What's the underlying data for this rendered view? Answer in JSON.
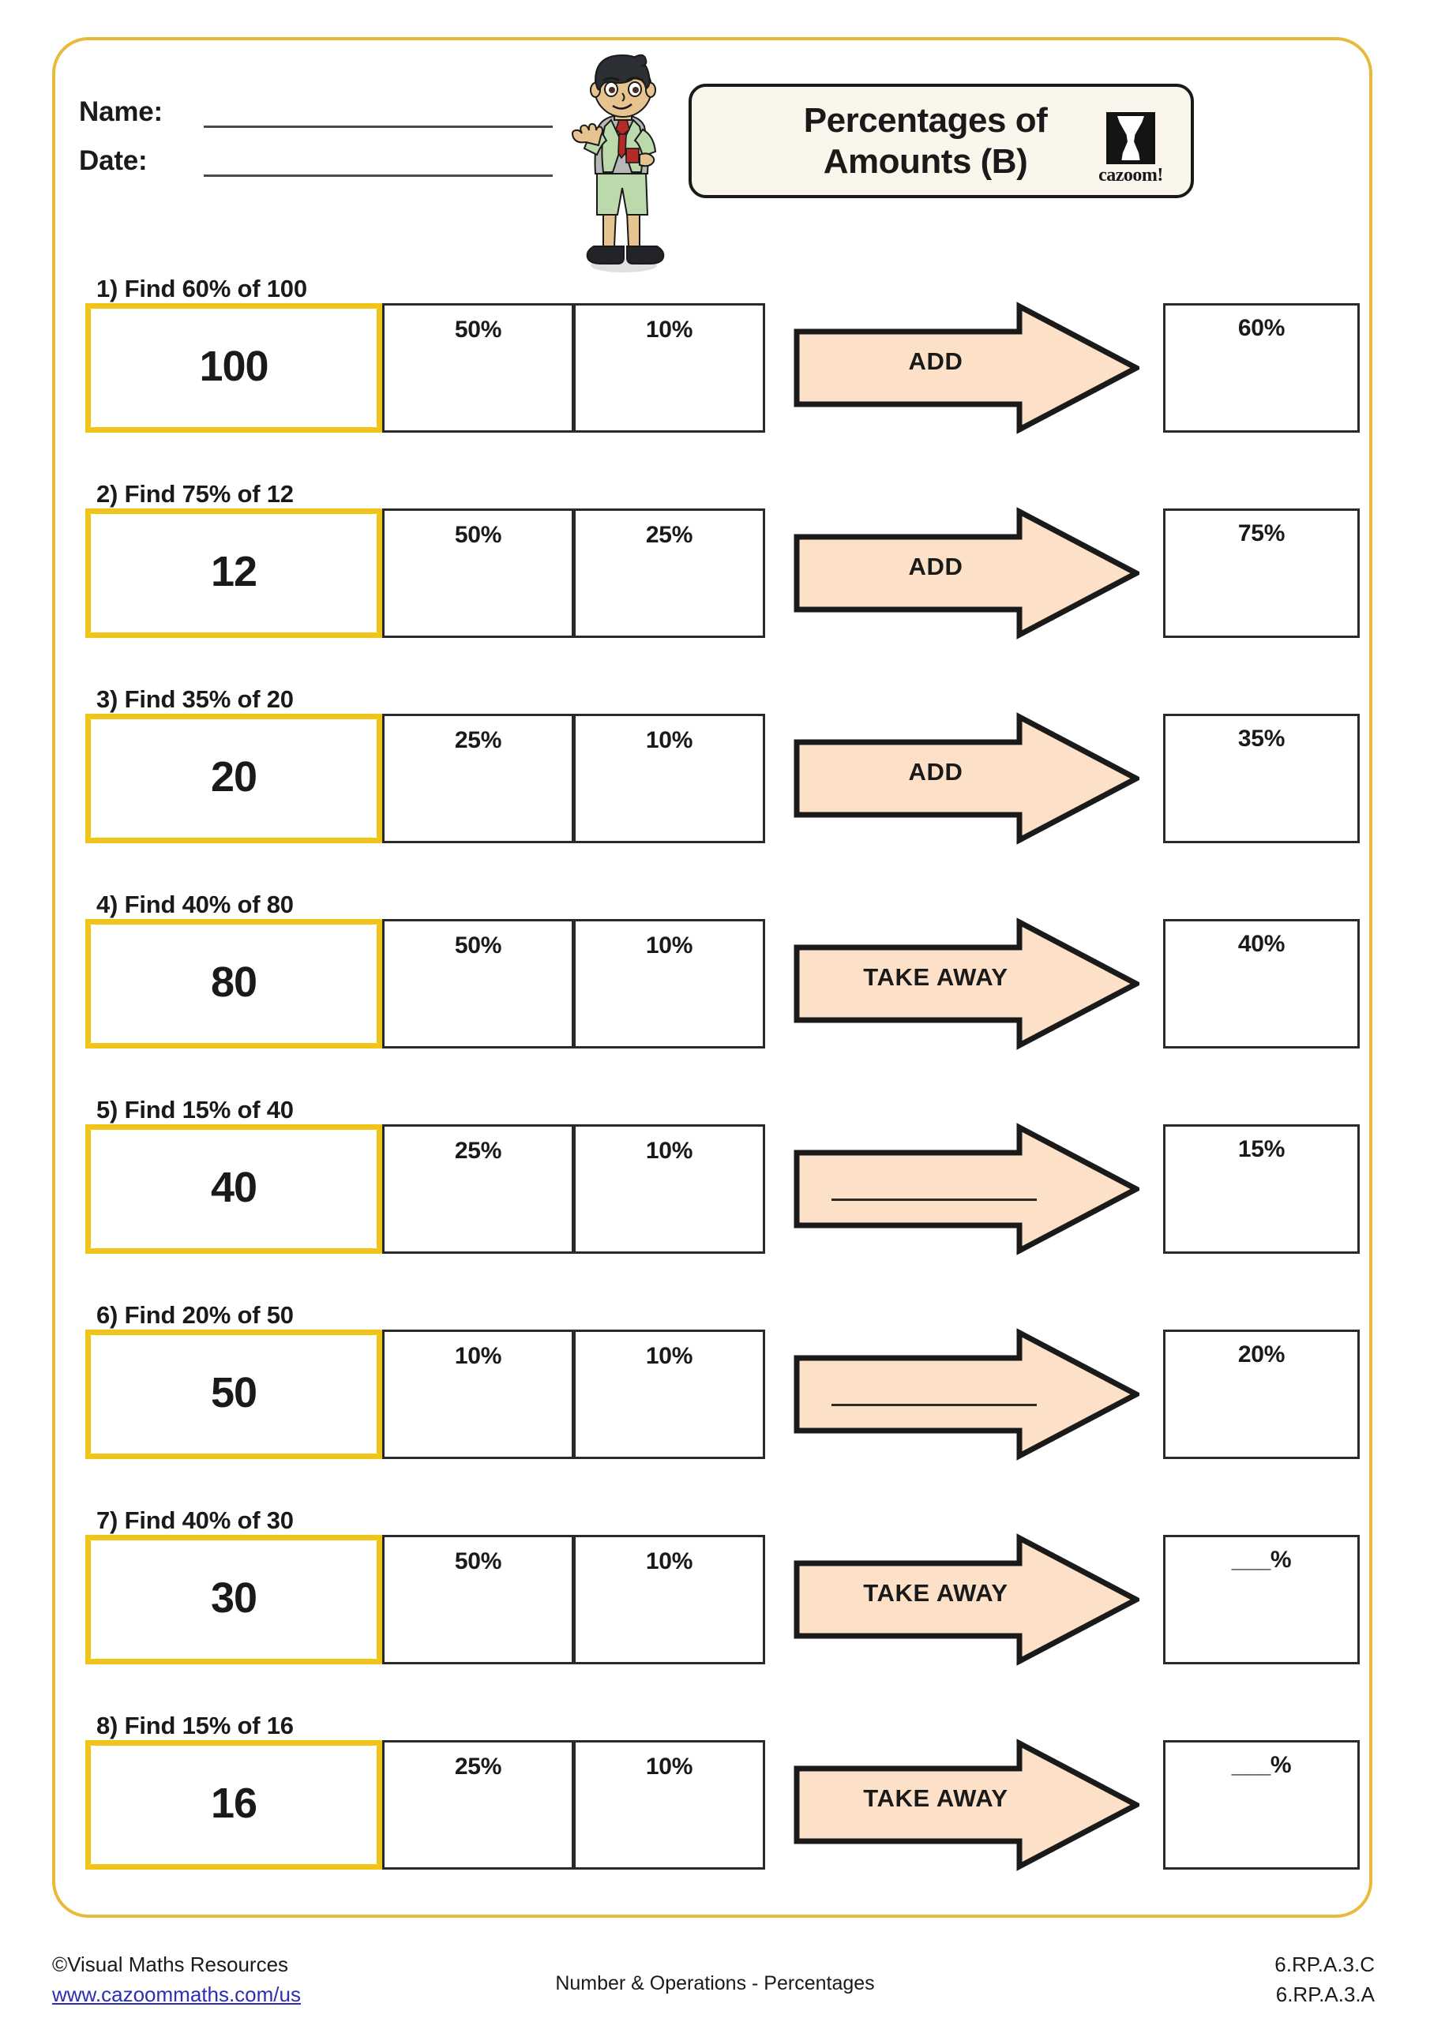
{
  "page": {
    "border_color": "#e8b93a",
    "background": "#ffffff"
  },
  "header": {
    "name_label": "Name:",
    "date_label": "Date:",
    "title": "Percentages of\nAmounts (B)",
    "logo_word": "cazoom!",
    "logo_icon": "cazoom-hourglass-icon",
    "mascot_icon": "waving-schoolboy-illustration"
  },
  "colors": {
    "amount_box_border": "#f0c419",
    "arrow_fill": "#fce0c8",
    "arrow_stroke": "#1a1a1a",
    "title_box_bg": "#faf6ec",
    "link": "#2d2db5"
  },
  "problems": [
    {
      "question": "1) Find 60% of 100",
      "amount": "100",
      "step1_pct": "50%",
      "step2_pct": "10%",
      "operation": "ADD",
      "operation_blank": false,
      "answer_pct": "60%"
    },
    {
      "question": "2) Find 75% of 12",
      "amount": "12",
      "step1_pct": "50%",
      "step2_pct": "25%",
      "operation": "ADD",
      "operation_blank": false,
      "answer_pct": "75%"
    },
    {
      "question": "3) Find 35% of 20",
      "amount": "20",
      "step1_pct": "25%",
      "step2_pct": "10%",
      "operation": "ADD",
      "operation_blank": false,
      "answer_pct": "35%"
    },
    {
      "question": "4) Find 40% of 80",
      "amount": "80",
      "step1_pct": "50%",
      "step2_pct": "10%",
      "operation": "TAKE AWAY",
      "operation_blank": false,
      "answer_pct": "40%"
    },
    {
      "question": "5) Find 15% of 40",
      "amount": "40",
      "step1_pct": "25%",
      "step2_pct": "10%",
      "operation": "",
      "operation_blank": true,
      "answer_pct": "15%"
    },
    {
      "question": "6) Find 20% of 50",
      "amount": "50",
      "step1_pct": "10%",
      "step2_pct": "10%",
      "operation": "",
      "operation_blank": true,
      "answer_pct": "20%"
    },
    {
      "question": "7) Find 40% of 30",
      "amount": "30",
      "step1_pct": "50%",
      "step2_pct": "10%",
      "operation": "TAKE AWAY",
      "operation_blank": false,
      "answer_pct": "___%"
    },
    {
      "question": "8) Find 15% of 16",
      "amount": "16",
      "step1_pct": "25%",
      "step2_pct": "10%",
      "operation": "TAKE AWAY",
      "operation_blank": false,
      "answer_pct": "___%"
    }
  ],
  "footer": {
    "copyright": "©Visual Maths Resources",
    "website": "www.cazoommaths.com/us",
    "topic": "Number & Operations - Percentages",
    "standard_1": "6.RP.A.3.C",
    "standard_2": "6.RP.A.3.A"
  }
}
